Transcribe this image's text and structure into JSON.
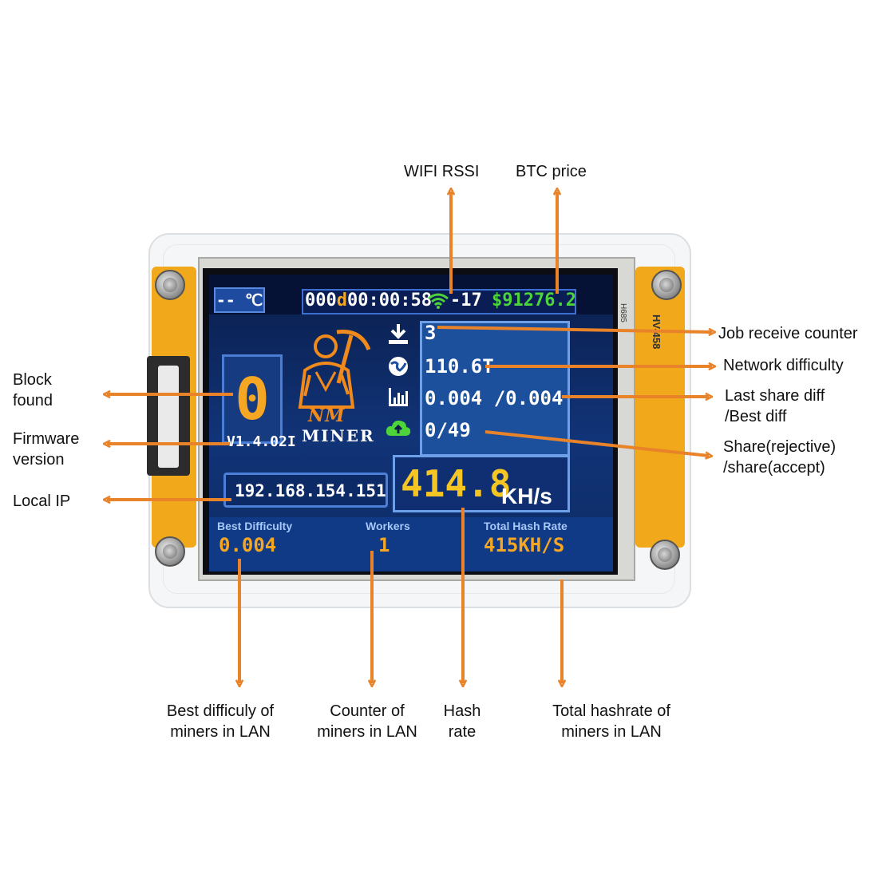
{
  "callouts": {
    "wifi_rssi": "WIFI RSSI",
    "btc_price": "BTC price",
    "job_receive_counter": "Job receive counter",
    "network_difficulty": "Network difficulty",
    "last_share_diff_line1": "Last share diff",
    "last_share_diff_line2": "/Best diff",
    "share_line1": "Share(rejective)",
    "share_line2": "/share(accept)",
    "block_found_line1": "Block",
    "block_found_line2": "found",
    "firmware_line1": "Firmware",
    "firmware_line2": "version",
    "local_ip": "Local IP",
    "best_diff_lan_line1": "Best difficuly of",
    "best_diff_lan_line2": "miners in LAN",
    "counter_lan_line1": "Counter of",
    "counter_lan_line2": "miners in LAN",
    "hash_rate_line1": "Hash",
    "hash_rate_line2": "rate",
    "total_hashrate_line1": "Total hashrate of",
    "total_hashrate_line2": "miners in LAN"
  },
  "screen": {
    "temperature": "-- ℃",
    "uptime_prefix": "000",
    "uptime_day": "d",
    "uptime_time": "00:00:58",
    "rssi": "-17",
    "btc_price": "$91276.2",
    "job_counter": "3",
    "network_difficulty": "110.6T",
    "share_diff": "0.004 /0.004",
    "shares": "0/49",
    "block_found": "0",
    "firmware": "V1.4.02I",
    "logo_top": "NM",
    "logo_bottom": "MINER",
    "local_ip": "192.168.154.151",
    "hash_rate_value": "414.8",
    "hash_rate_unit": "KH/s",
    "best_difficulty_label": "Best Difficulty",
    "best_difficulty_value": "0.004",
    "workers_label": "Workers",
    "workers_value": "1",
    "total_hash_rate_label": "Total Hash Rate",
    "total_hash_rate_value": "415KH/S"
  },
  "board": {
    "side_label": "HV-458",
    "side_small": "H685"
  },
  "icons": [
    "download-icon",
    "globe-icon",
    "bar-chart-icon",
    "cloud-upload-icon",
    "wifi-icon",
    "pickaxe-miner-icon"
  ],
  "colors": {
    "arrow": "#e8832a",
    "price_green": "#4cd43a",
    "accent_orange": "#f5a623",
    "pcb_orange": "#f2a81b"
  }
}
